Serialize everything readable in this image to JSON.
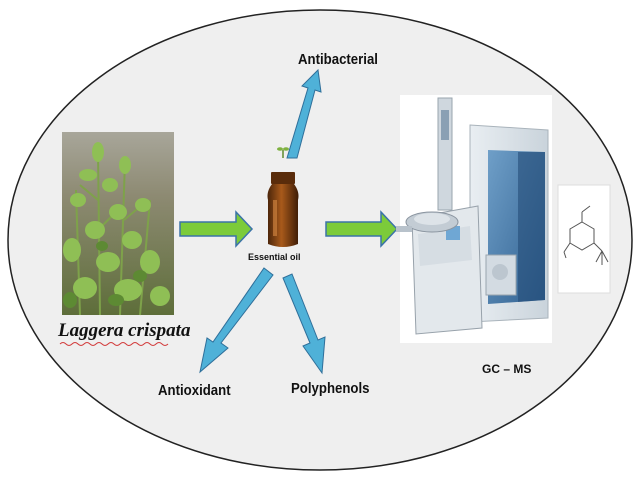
{
  "labels": {
    "antibacterial": "Antibacterial",
    "essential_oil": "Essential oil",
    "antioxidant": "Antioxidant",
    "polyphenols": "Polyphenols",
    "plant_name": "Laggera crispata",
    "gcms": "GC – MS"
  },
  "colors": {
    "ellipse_fill": "#efefef",
    "green_arrow": "#7ccb3a",
    "blue_arrow": "#4fb1d8"
  },
  "icons": [
    "plant-photo",
    "amber-bottle-icon",
    "gc-ms-instrument",
    "chemical-structure-icon"
  ]
}
